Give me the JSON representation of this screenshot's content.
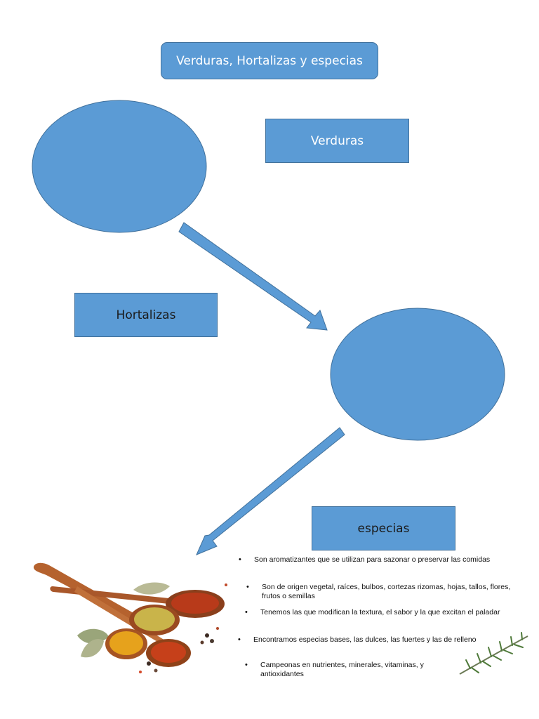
{
  "title": "Verduras, Hortalizas y especias",
  "nodes": {
    "verduras": "Verduras",
    "hortalizas": "Hortalizas",
    "especias": "especias"
  },
  "especias_points": [
    "Son aromatizantes que se utilizan para sazonar o preservar las comidas",
    "Son de origen vegetal, raíces, bulbos, cortezas rizomas, hojas, tallos, flores, frutos o semillas",
    "Tenemos las que modifican la textura, el sabor y la que excitan el paladar",
    "Encontramos especias bases, las dulces, las fuertes y las de relleno",
    "Campeonas en nutrientes, minerales, vitaminas, y antioxidantes"
  ],
  "colors": {
    "shape_fill": "#5b9bd5",
    "shape_border": "#41719c"
  },
  "icons": [
    "spice-spoons-illustration",
    "rosemary-sprig-illustration"
  ]
}
